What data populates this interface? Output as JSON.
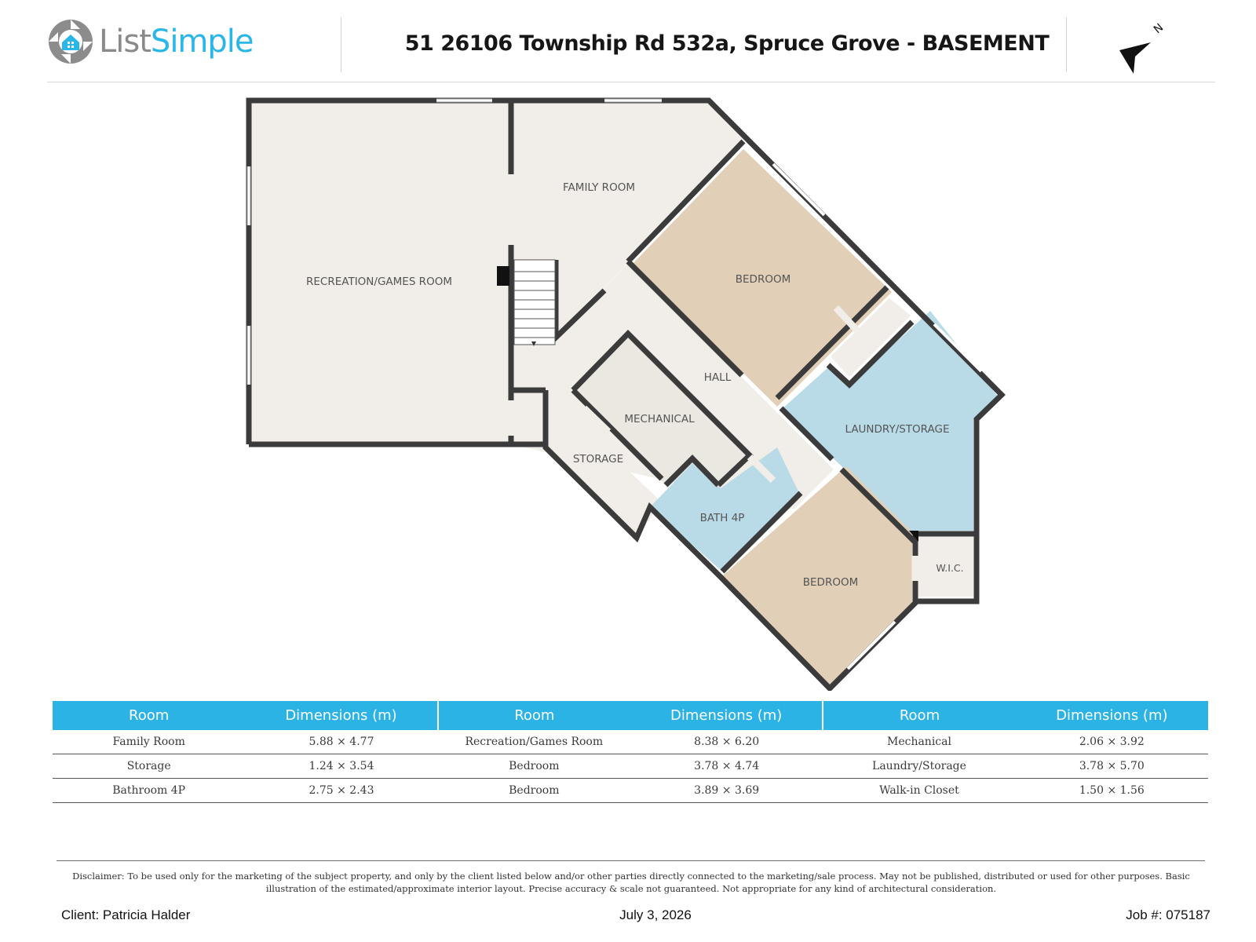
{
  "brand": {
    "list": "List",
    "simple": "Simple",
    "accent": "#29b6e8",
    "icon": "camera-aperture-house-icon"
  },
  "title": "51 26106 Township Rd 532a, Spruce Grove - BASEMENT",
  "compass": {
    "label": "N",
    "icon": "north-arrow-icon"
  },
  "colors": {
    "wall": "#3b3b3b",
    "floor_default": "#f1ede8",
    "floor_bedroom": "#e1cfb7",
    "floor_wet": "#b9dbe8",
    "table_header": "#2bb3e6"
  },
  "rooms": {
    "family_room": "FAMILY ROOM",
    "recreation": "RECREATION/GAMES ROOM",
    "bedroom_1": "BEDROOM",
    "hall": "HALL",
    "mechanical": "MECHANICAL",
    "laundry": "LAUNDRY/STORAGE",
    "storage": "STORAGE",
    "bath": "BATH 4P",
    "bedroom_2": "BEDROOM",
    "wic": "W.I.C."
  },
  "table": {
    "headers": [
      "Room",
      "Dimensions (m)",
      "Room",
      "Dimensions (m)",
      "Room",
      "Dimensions (m)"
    ],
    "rows": [
      [
        "Family Room",
        "5.88 × 4.77",
        "Recreation/Games Room",
        "8.38 × 6.20",
        "Mechanical",
        "2.06 × 3.92"
      ],
      [
        "Storage",
        "1.24 × 3.54",
        "Bedroom",
        "3.78 × 4.74",
        "Laundry/Storage",
        "3.78 × 5.70"
      ],
      [
        "Bathroom 4P",
        "2.75 × 2.43",
        "Bedroom",
        "3.89 × 3.69",
        "Walk-in Closet",
        "1.50 × 1.56"
      ]
    ]
  },
  "disclaimer": "Disclaimer: To be used only for the marketing of the subject property, and only by the client listed below and/or other parties directly connected to the marketing/sale process. May not be published, distributed or used for other purposes. Basic illustration of the estimated/approximate interior layout. Precise accuracy & scale not guaranteed. Not appropriate for any kind of architectural consideration.",
  "footer": {
    "client": "Client: Patricia Halder",
    "date": "July 3, 2026",
    "job": "Job #: 075187"
  }
}
